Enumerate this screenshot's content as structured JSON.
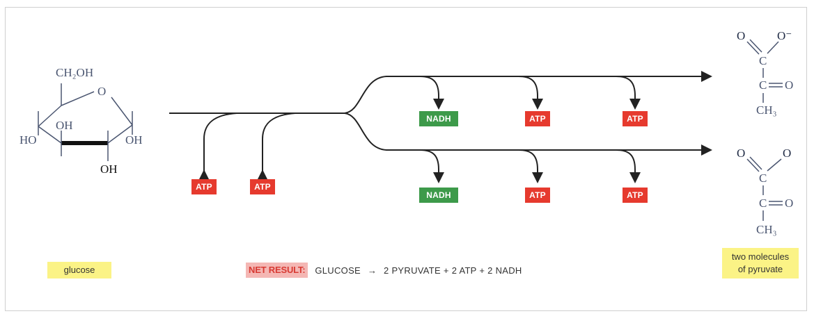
{
  "glucose": {
    "labels": {
      "ch2oh": "CH₂OH",
      "ring_o": "O",
      "oh_inner": "OH",
      "ho": "HO",
      "oh_right": "OH",
      "oh_bottom": "OH"
    },
    "caption": "glucose"
  },
  "pathway": {
    "input_atp": [
      "ATP",
      "ATP"
    ],
    "upper_branch": [
      "NADH",
      "ATP",
      "ATP"
    ],
    "lower_branch": [
      "NADH",
      "ATP",
      "ATP"
    ]
  },
  "pyruvate": {
    "top": {
      "o_left": "O",
      "o_right": "O⁻",
      "c1": "C",
      "c2": "C",
      "o_double": "O",
      "ch3": "CH₃"
    },
    "bottom": {
      "o_left": "O",
      "o_right": "O",
      "c1": "C",
      "c2": "C",
      "o_double": "O",
      "ch3": "CH₃"
    },
    "caption_line1": "two molecules",
    "caption_line2": "of pyruvate"
  },
  "net_result": {
    "label": "NET RESULT:",
    "reactant": "GLUCOSE",
    "arrow": "→",
    "products": "2 PYRUVATE + 2 ATP + 2 NADH"
  },
  "colors": {
    "atp": "#e63a2e",
    "nadh": "#3d9a4a",
    "highlight_yellow": "#fbf386",
    "highlight_pink": "#f4b7b4"
  }
}
